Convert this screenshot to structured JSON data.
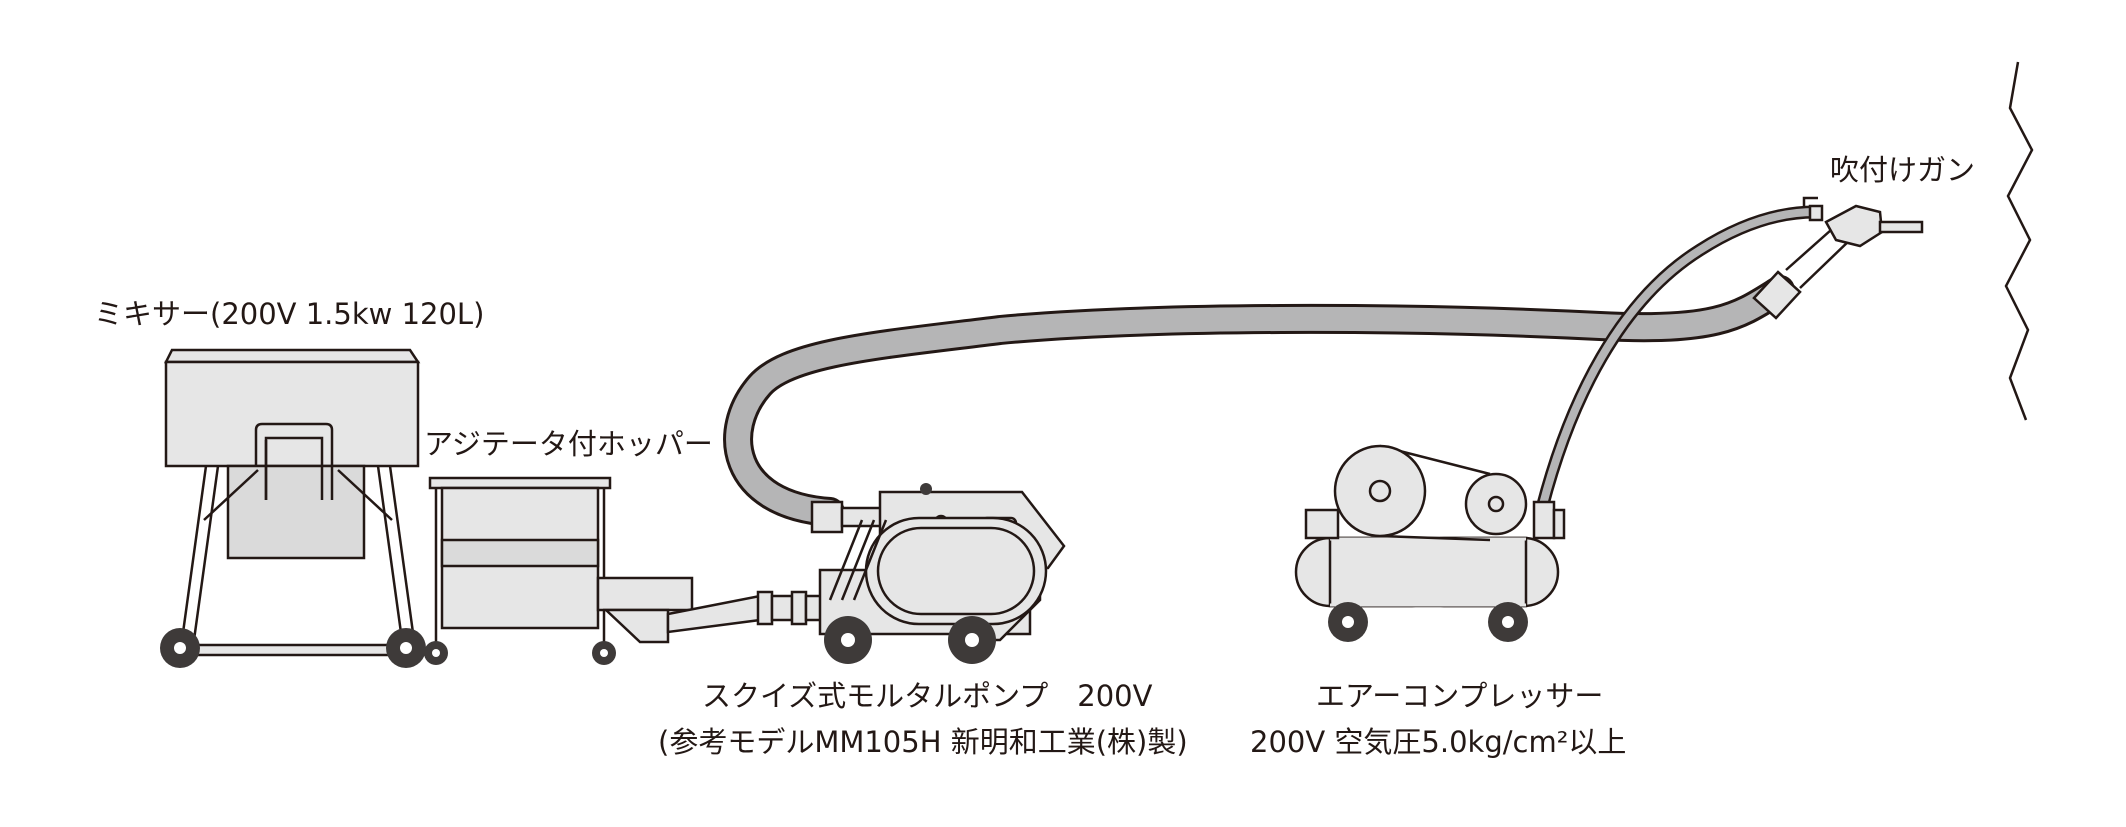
{
  "labels": {
    "mixer": "ミキサー(200V 1.5kw 120L)",
    "hopper": "アジテータ付ホッパー",
    "pump_line1": "スクイズ式モルタルポンプ　200V",
    "pump_line2": "(参考モデルMM105H 新明和工業(株)製)",
    "compressor_line1": "エアーコンプレッサー",
    "compressor_line2": "200V 空気圧5.0kg/cm²以上",
    "gun": "吹付けガン"
  },
  "colors": {
    "line": "#231815",
    "body": "#e6e6e6",
    "hose": "#b5b5b6",
    "wheel": "#3e3a39"
  }
}
